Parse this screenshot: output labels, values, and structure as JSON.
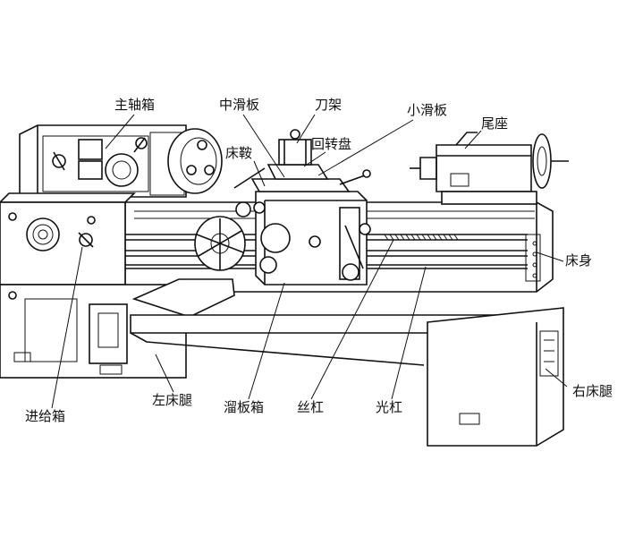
{
  "labels": {
    "spindle_box": "主轴箱",
    "middle_slide": "中滑板",
    "tool_post": "刀架",
    "small_slide": "小滑板",
    "tailstock": "尾座",
    "saddle": "床鞍",
    "swivel_plate": "回转盘",
    "bed": "床身",
    "feed_box": "进给箱",
    "left_bed_leg": "左床腿",
    "apron": "溜板箱",
    "lead_screw": "丝杠",
    "feed_rod": "光杠",
    "right_bed_leg": "右床腿"
  }
}
